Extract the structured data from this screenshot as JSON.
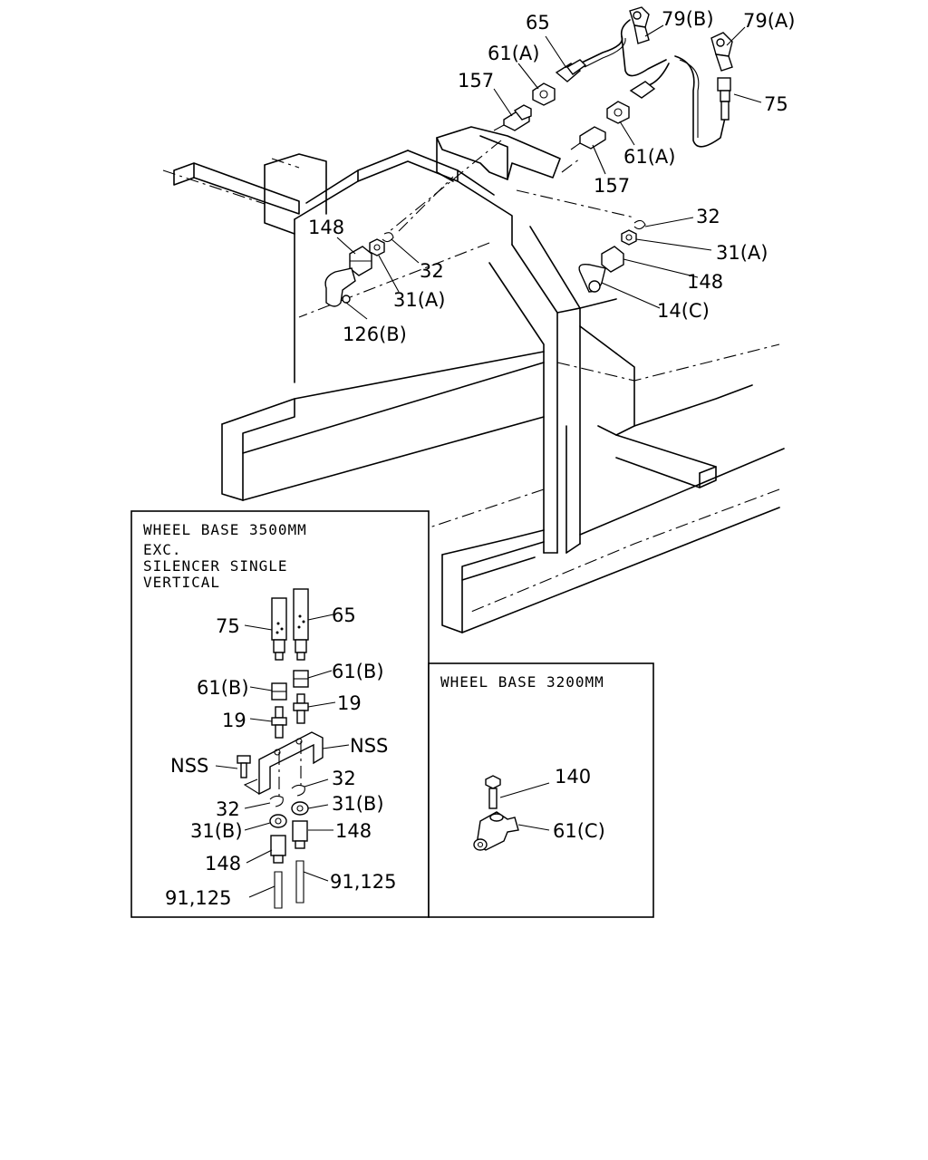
{
  "diagram": {
    "labels": {
      "p65_top": "65",
      "p79b": "79(B)",
      "p79a": "79(A)",
      "p61a_top": "61(A)",
      "p157_top": "157",
      "p75_top": "75",
      "p61a_mid": "61(A)",
      "p157_mid": "157",
      "p32_right": "32",
      "p31a_right": "31(A)",
      "p148_right": "148",
      "p14c": "14(C)",
      "p148_left": "148",
      "p32_left": "32",
      "p31a_left": "31(A)",
      "p126b": "126(B)"
    },
    "inset_3500": {
      "title_line1": "WHEEL BASE 3500MM",
      "title_line2": "EXC.",
      "title_line3": "SILENCER SINGLE",
      "title_line4": "VERTICAL",
      "labels": {
        "p75": "75",
        "p65": "65",
        "p61b_left": "61(B)",
        "p61b_right": "61(B)",
        "p19_left": "19",
        "p19_right": "19",
        "nss_right": "NSS",
        "nss_left": "NSS",
        "p32_right": "32",
        "p32_left": "32",
        "p31b_right": "31(B)",
        "p31b_left": "31(B)",
        "p148_right": "148",
        "p148_left": "148",
        "p91_left": "91,125",
        "p91_right": "91,125"
      }
    },
    "inset_3200": {
      "title": "WHEEL BASE 3200MM",
      "labels": {
        "p140": "140",
        "p61c": "61(C)"
      }
    }
  }
}
